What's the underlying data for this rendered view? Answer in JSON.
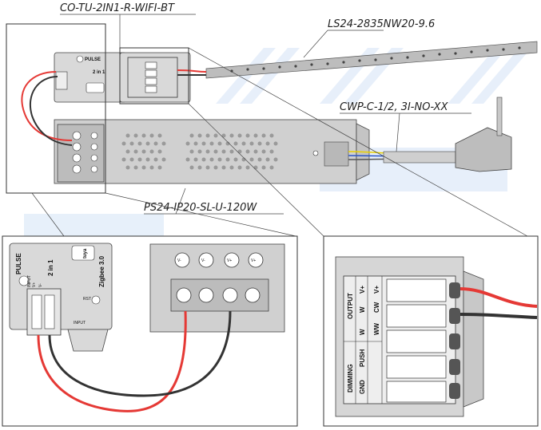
{
  "labels": {
    "controller": "CO-TU-2IN1-R-WIFI-BT",
    "strip": "LS24-2835NW20-9.6",
    "cable": "CWP-C-1/2, 3I-NO-XX",
    "psu": "PS24-IP20-SL-U-120W"
  },
  "controller": {
    "brand": "PULSE",
    "mode": "2 in 1",
    "cert": "Zigbee 3.0",
    "logo": "tuya",
    "input_title": "INPUT",
    "input_pos": "V+",
    "input_neg": "V-",
    "input_bottom": "INPUT",
    "rst": "RST"
  },
  "psu_terminals": [
    "V-",
    "V-",
    "V+",
    "V+"
  ],
  "output_block": {
    "output": "OUTPUT",
    "dimming": "DIMMING",
    "v_plus_1": "V+",
    "v_plus_2": "V+",
    "w": "W",
    "cw": "CW",
    "w2": "W",
    "ww": "WW",
    "push": "PUSH",
    "gnd": "GND"
  },
  "colors": {
    "red_wire": "#e53935",
    "black_wire": "#333333",
    "yellow_wire": "#e8d000",
    "blue_wire": "#2a55c8",
    "watermark": "#cfe0f5",
    "device_grey": "#d9d9d9"
  }
}
